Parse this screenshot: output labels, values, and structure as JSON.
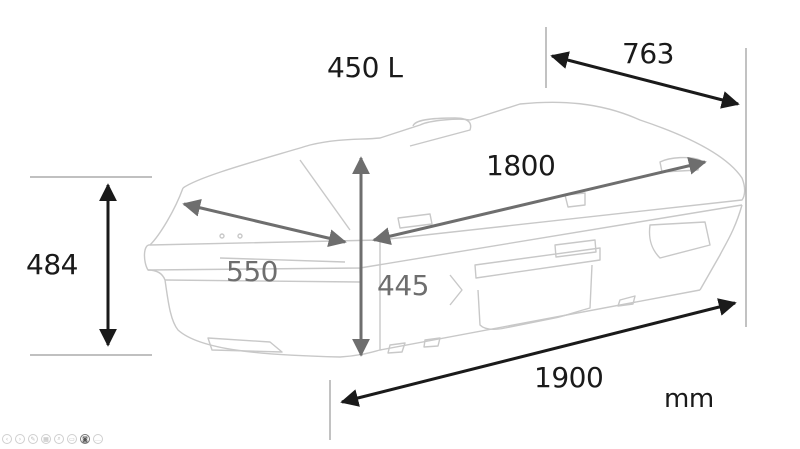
{
  "diagram": {
    "subject": "roof box dimensions",
    "volume_label": "450 L",
    "unit_label": "mm",
    "dimensions": {
      "depth_top": "763",
      "inner_length": "1800",
      "outer_height": "484",
      "inner_width": "550",
      "inner_height": "445",
      "outer_length": "1900"
    },
    "colors": {
      "dark_arrow": "#1a1a1a",
      "gray_arrow": "#6e6e6e",
      "outline": "#c8c8c8",
      "guide_line": "#9a9a9a"
    }
  },
  "viewer_toolbar": {
    "buttons": [
      {
        "name": "prev-icon",
        "glyph": "‹"
      },
      {
        "name": "next-icon",
        "glyph": "›"
      },
      {
        "name": "edit-icon",
        "glyph": "✎"
      },
      {
        "name": "gallery-icon",
        "glyph": "▦"
      },
      {
        "name": "zoom-icon",
        "glyph": "⌕"
      },
      {
        "name": "slideshow-icon",
        "glyph": "▭"
      },
      {
        "name": "camera-icon",
        "glyph": "◙"
      },
      {
        "name": "more-icon",
        "glyph": "…"
      }
    ]
  }
}
